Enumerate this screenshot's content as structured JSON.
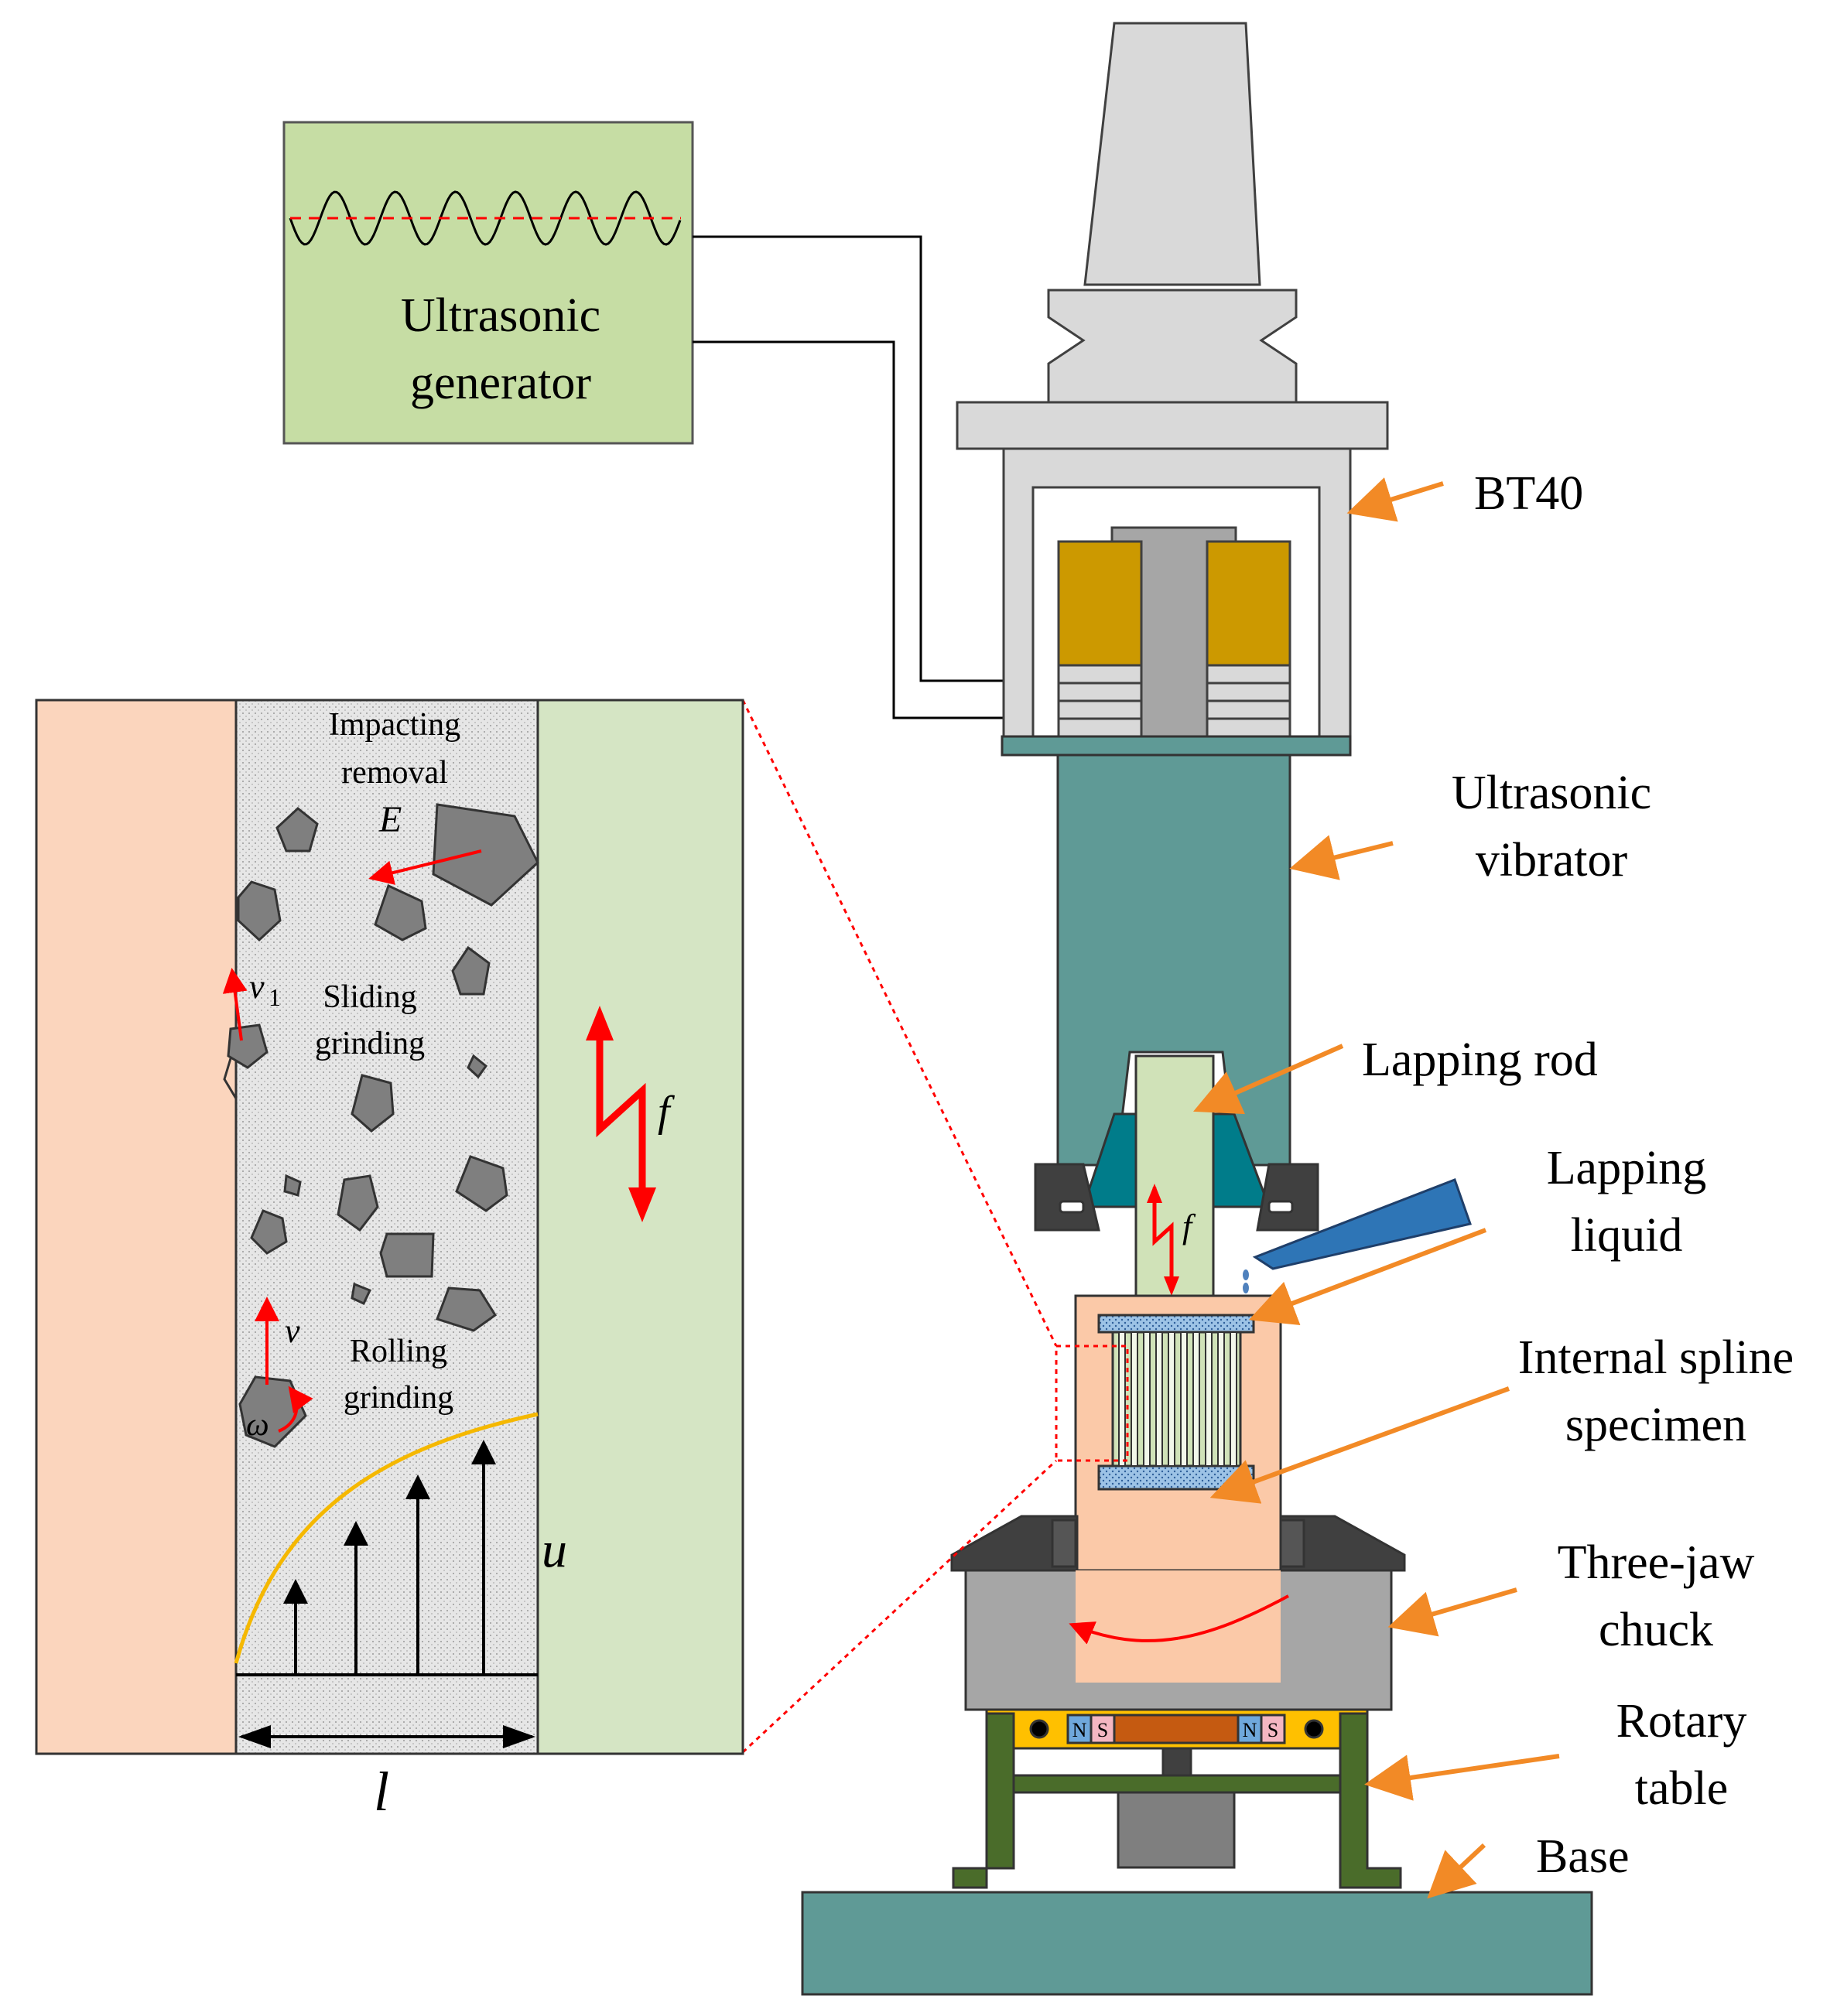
{
  "generator": {
    "label_line1": "Ultrasonic",
    "label_line2": "generator"
  },
  "callouts": {
    "bt40": "BT40",
    "ultrasonic_vibrator_line1": "Ultrasonic",
    "ultrasonic_vibrator_line2": "vibrator",
    "lapping_rod": "Lapping rod",
    "lapping_liquid_line1": "Lapping",
    "lapping_liquid_line2": "liquid",
    "internal_spline_line1": "Internal spline",
    "internal_spline_line2": "specimen",
    "three_jaw_line1": "Three-jaw",
    "three_jaw_line2": "chuck",
    "rotary_table_line1": "Rotary",
    "rotary_table_line2": "table",
    "base": "Base"
  },
  "detail": {
    "impacting_line1": "Impacting",
    "impacting_line2": "removal",
    "energy_symbol": "E",
    "v1_symbol": "v",
    "v1_subscript": "1",
    "sliding_line1": "Sliding",
    "sliding_line2": "grinding",
    "rolling_line1": "Rolling",
    "rolling_line2": "grinding",
    "v_symbol": "v",
    "omega_symbol": "ω",
    "frequency_symbol": "f",
    "u_symbol": "u",
    "l_symbol": "l"
  },
  "rod_frequency_symbol": "f",
  "magnet_north": "N",
  "magnet_south": "S",
  "colors": {
    "generator_fill": "#c6dda4",
    "holder_gray": "#d9d9d9",
    "piezo_gold": "#cc9900",
    "vibrator_teal": "#5f9a96",
    "rod_green": "#d0e2b8",
    "liquid_blue": "#4f81bd",
    "specimen_peach": "#fbc9a8",
    "chuck_gray": "#a6a6a6",
    "table_frame_green": "#4a6c2a",
    "callout_orange": "#f28a26",
    "motion_red": "#ff0000",
    "velocity_profile_yellow": "#f5b800",
    "abrasive_gray": "#7f7f7f"
  }
}
